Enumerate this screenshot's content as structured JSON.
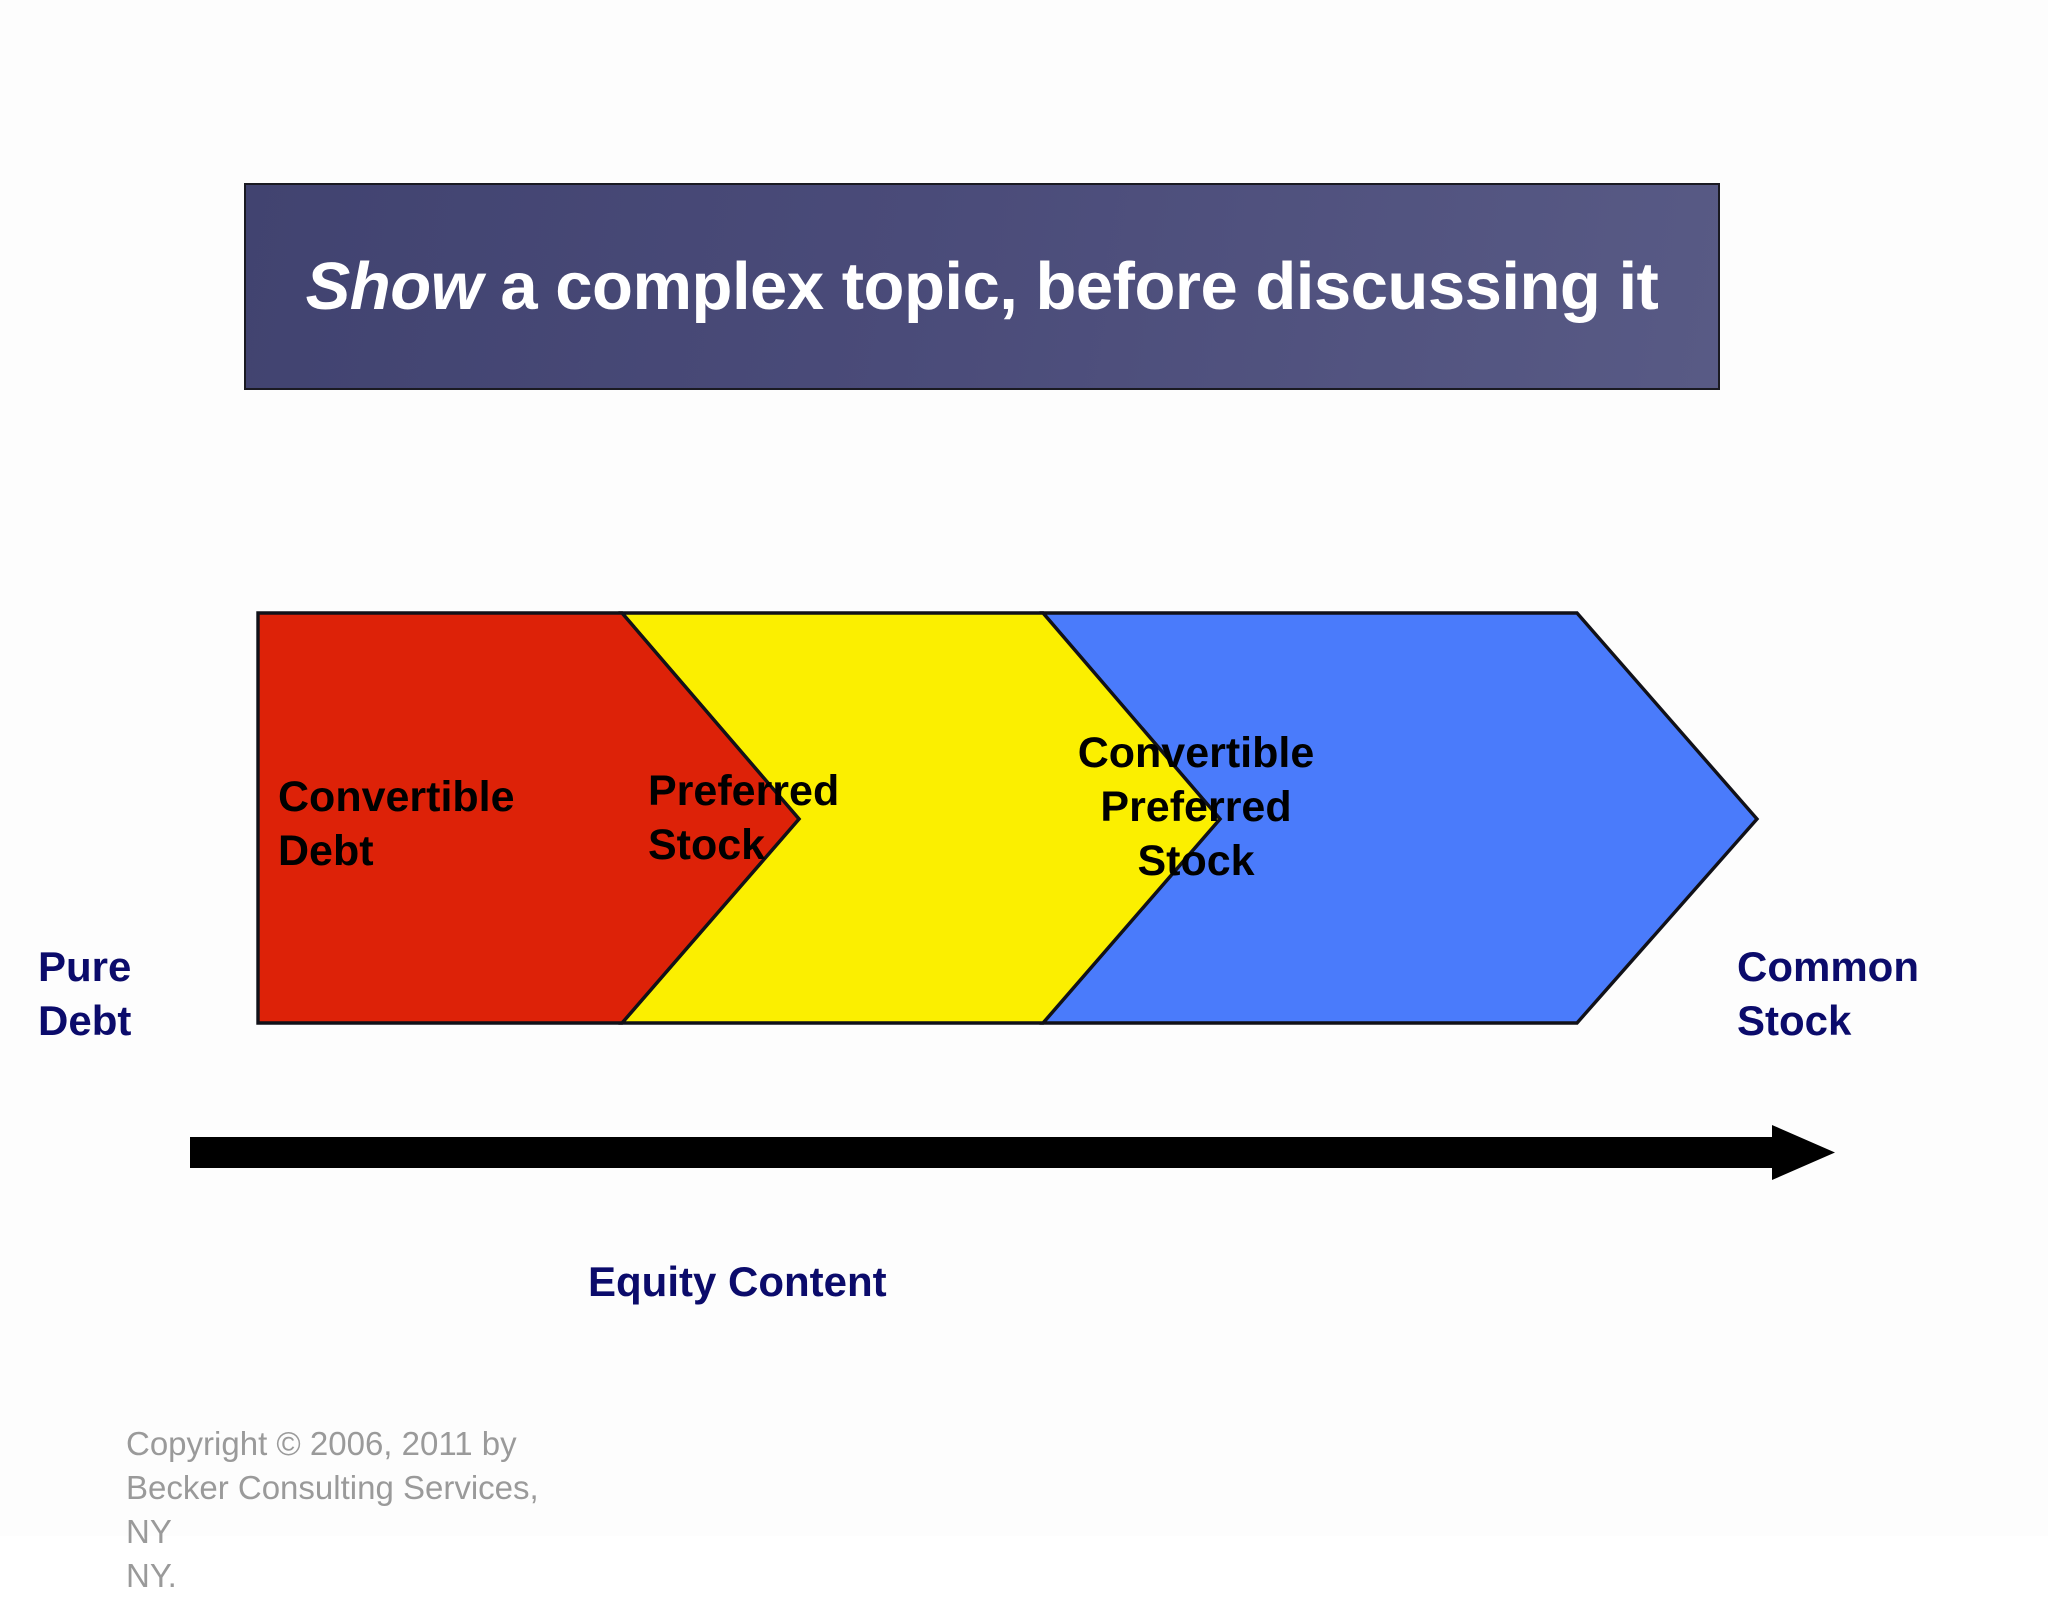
{
  "slide": {
    "title": {
      "emphasis": "Show",
      "rest": " a complex topic, before discussing it",
      "full": "Show a complex topic, before discussing it",
      "background_color": "#464878",
      "text_color": "#ffffff"
    },
    "diagram": {
      "type": "chevron-process",
      "segments": [
        {
          "label": "Convertible\nDebt",
          "color": "#DD2208",
          "text_color": "#000000",
          "align": "left",
          "order": 1
        },
        {
          "label": "Preferred\nStock",
          "color": "#FBEF00",
          "text_color": "#000000",
          "align": "left",
          "order": 2
        },
        {
          "label": "Convertible\nPreferred\nStock",
          "color": "#4A7BFB",
          "text_color": "#000000",
          "align": "center",
          "order": 3
        }
      ],
      "outline_color": "#111118",
      "start_label": "Pure\nDebt",
      "end_label": "Common\nStock",
      "endpoint_color": "#0b0b6b",
      "axis_caption": "Equity Content",
      "axis_arrow_color": "#000000",
      "axis_direction": "left-to-right"
    },
    "copyright": "Copyright © 2006, 2011 by\nBecker Consulting Services, NY\nNY.",
    "copyright_color": "#9a9a9a"
  }
}
